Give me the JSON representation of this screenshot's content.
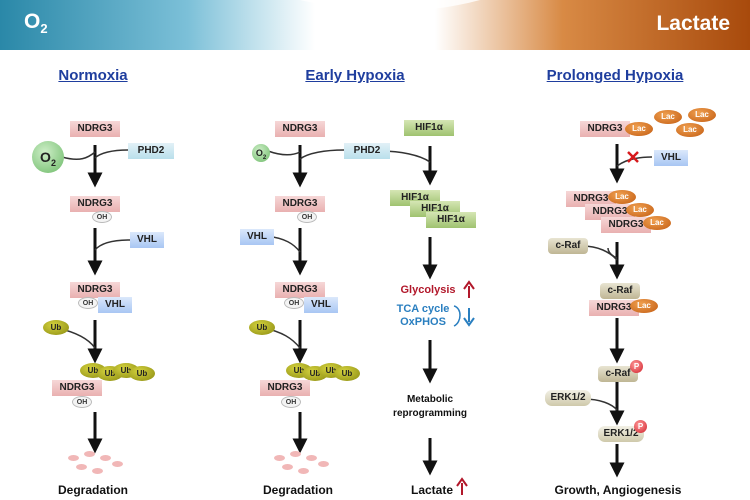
{
  "banner": {
    "left": "O2",
    "right": "Lactate",
    "left_color": "#2e8fae",
    "right_color": "#b2500e"
  },
  "columns": {
    "normoxia": {
      "header": "Normoxia",
      "ndrg3": "NDRG3",
      "phd2": "PHD2",
      "vhl": "VHL",
      "oh": "OH",
      "ub": "Ub",
      "o2": "O2",
      "result": "Degradation"
    },
    "early": {
      "header": "Early Hypoxia",
      "ndrg3": "NDRG3",
      "phd2": "PHD2",
      "vhl": "VHL",
      "oh": "OH",
      "ub": "Ub",
      "o2": "O2",
      "result": "Degradation",
      "hif": "HIF1α",
      "glycolysis": "Glycolysis",
      "tca": "TCA cycle",
      "oxphos": "OxPHOS",
      "metabolic": "Metabolic reprogramming",
      "lactate": "Lactate"
    },
    "prolonged": {
      "header": "Prolonged Hypoxia",
      "ndrg3": "NDRG3",
      "lac": "Lac",
      "vhl": "VHL",
      "craf": "c-Raf",
      "erk": "ERK1/2",
      "p": "P",
      "result": "Growth,  Angiogenesis"
    }
  },
  "colors": {
    "header": "#1f3e9e",
    "up": "#b2182b",
    "down": "#2a7fc0",
    "block": "#d7191c"
  }
}
